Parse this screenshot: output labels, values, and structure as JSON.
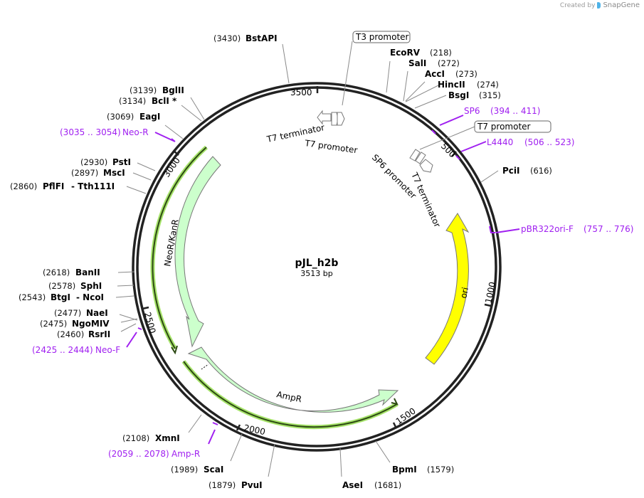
{
  "credit": {
    "prefix": "Created by",
    "brand": "SnapGene"
  },
  "plasmid": {
    "name": "pJL_h2b",
    "length_label": "3513 bp",
    "length": 3513
  },
  "ticks": [
    "500",
    "1000",
    "1500",
    "2000",
    "2500",
    "3000",
    "3500"
  ],
  "enzymes": [
    {
      "name": "BstAPI",
      "pos": "(3430)"
    },
    {
      "name": "EcoRV",
      "pos": "(218)"
    },
    {
      "name": "SalI",
      "pos": "(272)"
    },
    {
      "name": "AccI",
      "pos": "(273)"
    },
    {
      "name": "HincII",
      "pos": "(274)"
    },
    {
      "name": "BsgI",
      "pos": "(315)"
    },
    {
      "name": "PciI",
      "pos": "(616)"
    },
    {
      "name": "BpmI",
      "pos": "(1579)"
    },
    {
      "name": "AseI",
      "pos": "(1681)"
    },
    {
      "name": "PvuI",
      "pos": "(1879)"
    },
    {
      "name": "ScaI",
      "pos": "(1989)"
    },
    {
      "name": "XmnI",
      "pos": "(2108)"
    },
    {
      "name": "RsrII",
      "pos": "(2460)"
    },
    {
      "name": "NgoMIV",
      "pos": "(2475)"
    },
    {
      "name": "NaeI",
      "pos": "(2477)"
    },
    {
      "name": "BtgI",
      "pos": "(2543)",
      "extra": "- NcoI"
    },
    {
      "name": "SphI",
      "pos": "(2578)"
    },
    {
      "name": "BanII",
      "pos": "(2618)"
    },
    {
      "name": "PflFI",
      "pos": "(2860)",
      "extra": "- Tth111I"
    },
    {
      "name": "MscI",
      "pos": "(2897)"
    },
    {
      "name": "PstI",
      "pos": "(2930)"
    },
    {
      "name": "EagI",
      "pos": "(3069)"
    },
    {
      "name": "BclI *",
      "pos": "(3134)"
    },
    {
      "name": "BglII",
      "pos": "(3139)"
    }
  ],
  "primers": [
    {
      "name": "SP6",
      "range": "(394 .. 411)"
    },
    {
      "name": "L4440",
      "range": "(506 .. 523)"
    },
    {
      "name": "pBR322ori-F",
      "range": "(757 .. 776)"
    },
    {
      "name": "Amp-R",
      "range": "(2059 .. 2078)"
    },
    {
      "name": "Neo-F",
      "range": "(2425 .. 2444)"
    },
    {
      "name": "Neo-R",
      "range": "(3035 .. 3054)"
    }
  ],
  "boxed_features": [
    {
      "name": "T3 promoter"
    },
    {
      "name": "T7 promoter"
    }
  ],
  "features": [
    {
      "name": "T7 terminator",
      "id": "t7-terminator-top"
    },
    {
      "name": "T7 promoter",
      "id": "t7-promoter-top"
    },
    {
      "name": "SP6 promoter",
      "id": "sp6-promoter"
    },
    {
      "name": "T7 terminator",
      "id": "t7-terminator-right"
    },
    {
      "name": "ori",
      "id": "ori",
      "color": "#ffff00"
    },
    {
      "name": "AmpR",
      "id": "ampr",
      "color": "#ccffcc"
    },
    {
      "name": "NeoR/KanR",
      "id": "neor-kanr",
      "color": "#ccffcc"
    }
  ],
  "colors": {
    "primer": "#a020f0",
    "ori": "#ffff00",
    "cds": "#ccffcc",
    "orf_glow": "#a6e36a",
    "backbone": "#222222"
  }
}
